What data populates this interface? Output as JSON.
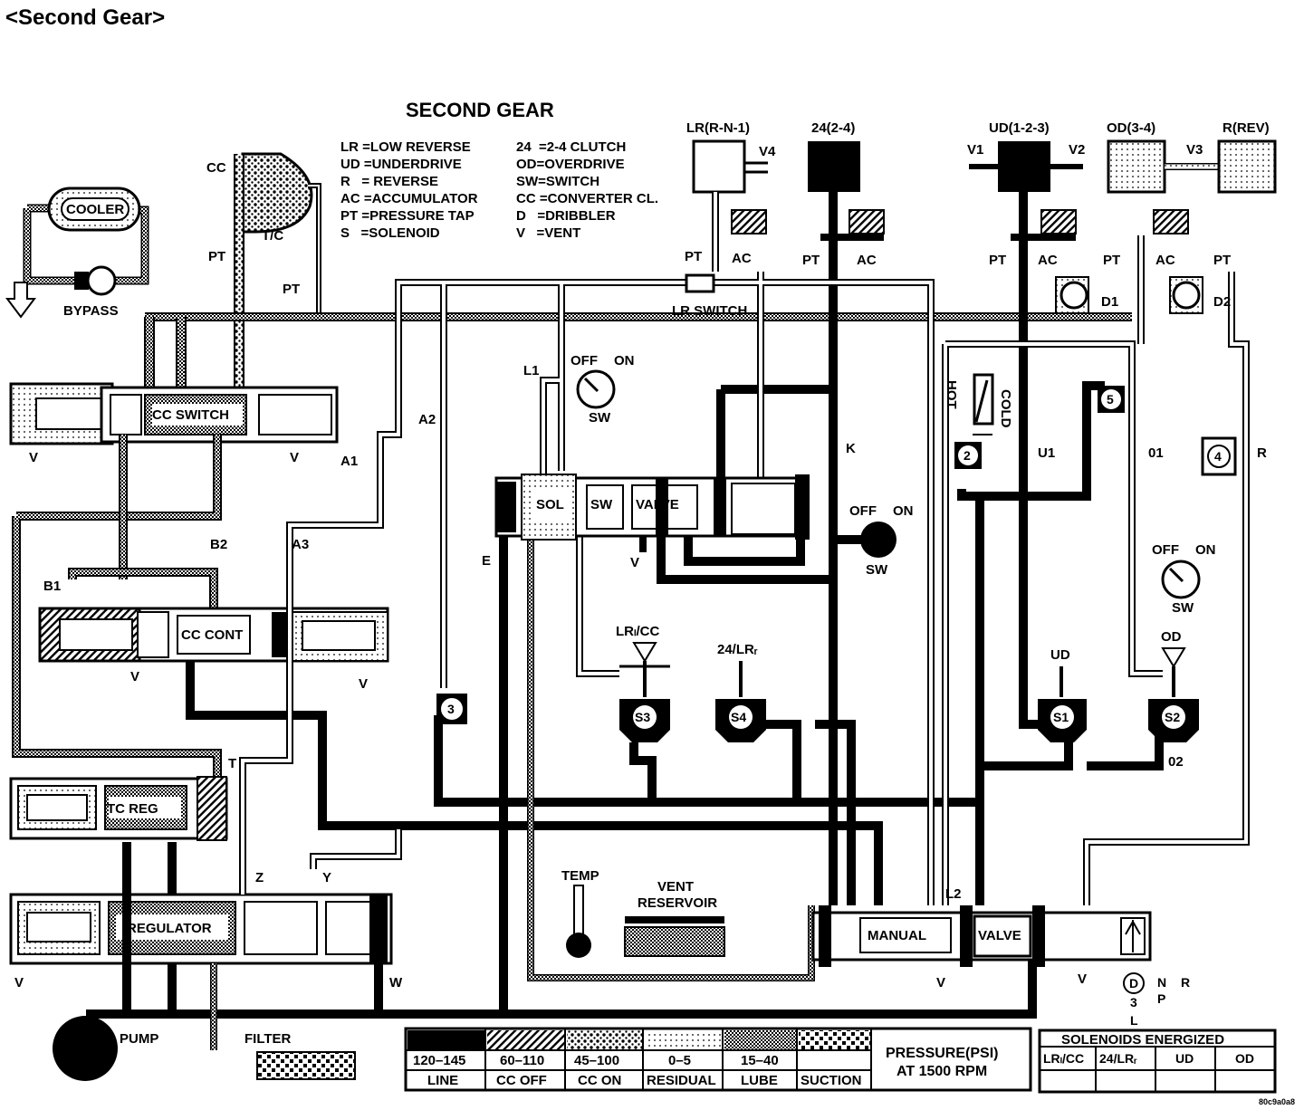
{
  "page_title": "<Second Gear>",
  "diagram_title": "SECOND GEAR",
  "abbreviations_left": [
    "LR =LOW REVERSE",
    "UD =UNDERDRIVE",
    "R   = REVERSE",
    "AC =ACCUMULATOR",
    "PT =PRESSURE TAP",
    "S   =SOLENOID"
  ],
  "abbreviations_right": [
    "24  =2-4 CLUTCH",
    "OD=OVERDRIVE",
    "SW=SWITCH",
    "CC =CONVERTER CL.",
    "D   =DRIBBLER",
    "V   =VENT"
  ],
  "clutches": {
    "lr": "LR(R-N-1)",
    "c24": "24(2-4)",
    "ud": "UD(1-2-3)",
    "od": "OD(3-4)",
    "rev": "R(REV)"
  },
  "vents": {
    "v1": "V1",
    "v2": "V2",
    "v3": "V3",
    "v4": "V4",
    "v": "V"
  },
  "components": {
    "cooler": "COOLER",
    "bypass": "BYPASS",
    "tc": "T/C",
    "cc": "CC",
    "cc_switch": "CC SWITCH",
    "cc_cont": "CC CONT",
    "tc_reg": "TC REG",
    "regulator": "REGULATOR",
    "pump": "PUMP",
    "filter": "FILTER",
    "sol": "SOL",
    "sw": "SW",
    "valve": "VALVE",
    "lr_switch": "LR SWITCH",
    "manual": "MANUAL",
    "manual_valve": "VALVE",
    "temp": "TEMP",
    "vent_reservoir_1": "VENT",
    "vent_reservoir_2": "RESERVOIR",
    "hot": "HOT",
    "cold": "COLD",
    "off": "OFF",
    "on": "ON",
    "pt": "PT",
    "ac": "AC",
    "d1": "D1",
    "d2": "D2"
  },
  "passages": {
    "l1": "L1",
    "l2": "L2",
    "a1": "A1",
    "a2": "A2",
    "a3": "A3",
    "b1": "B1",
    "b2": "B2",
    "e": "E",
    "k": "K",
    "u1": "U1",
    "o1": "01",
    "o2": "02",
    "r": "R",
    "t": "T",
    "w": "W",
    "y": "Y",
    "z": "Z"
  },
  "check_balls": [
    "2",
    "3",
    "4",
    "5"
  ],
  "solenoids": [
    {
      "id": "S3",
      "label": "LRₗ/CC"
    },
    {
      "id": "S4",
      "label": "24/LRᵣ"
    },
    {
      "id": "S1",
      "label": "UD"
    },
    {
      "id": "S2",
      "label": "OD"
    }
  ],
  "shift_positions": [
    "D",
    "3",
    "L",
    "N",
    "P",
    "R"
  ],
  "pressure_legend": {
    "title_1": "PRESSURE(PSI)",
    "title_2": "AT 1500 RPM",
    "ranges": [
      "120–145",
      "60–110",
      "45–100",
      "0–5",
      "15–40",
      ""
    ],
    "names": [
      "LINE",
      "CC OFF",
      "CC ON",
      "RESIDUAL",
      "LUBE",
      "SUCTION"
    ]
  },
  "solenoid_table": {
    "title": "SOLENOIDS ENERGIZED",
    "columns": [
      "LRₗ/CC",
      "24/LRᵣ",
      "UD",
      "OD"
    ]
  },
  "figure_code": "80c9a0a8"
}
